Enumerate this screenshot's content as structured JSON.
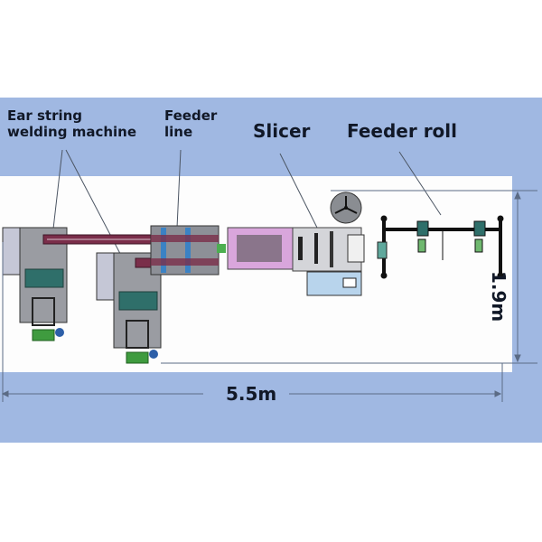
{
  "title": "Mask production line layout",
  "labels": {
    "ear_string_line1": "Ear string",
    "ear_string_line2": "welding machine",
    "feeder_line1": "Feeder",
    "feeder_line2": "line",
    "slicer": "Slicer",
    "feeder_roll": "Feeder roll"
  },
  "dimensions": {
    "length": "5.5m",
    "width": "1.9m"
  },
  "colors": {
    "panel": "#a0b8e2",
    "text": "#111827",
    "machine_gray": "#9ca3af",
    "conveyor_maroon": "#7a2e4a",
    "feeder_blue": "#3b82c4",
    "slicer_pink": "#d9a6dc",
    "teal": "#2f6f6a",
    "green": "#3f9b3f",
    "control_blue": "#b8d4ec"
  }
}
